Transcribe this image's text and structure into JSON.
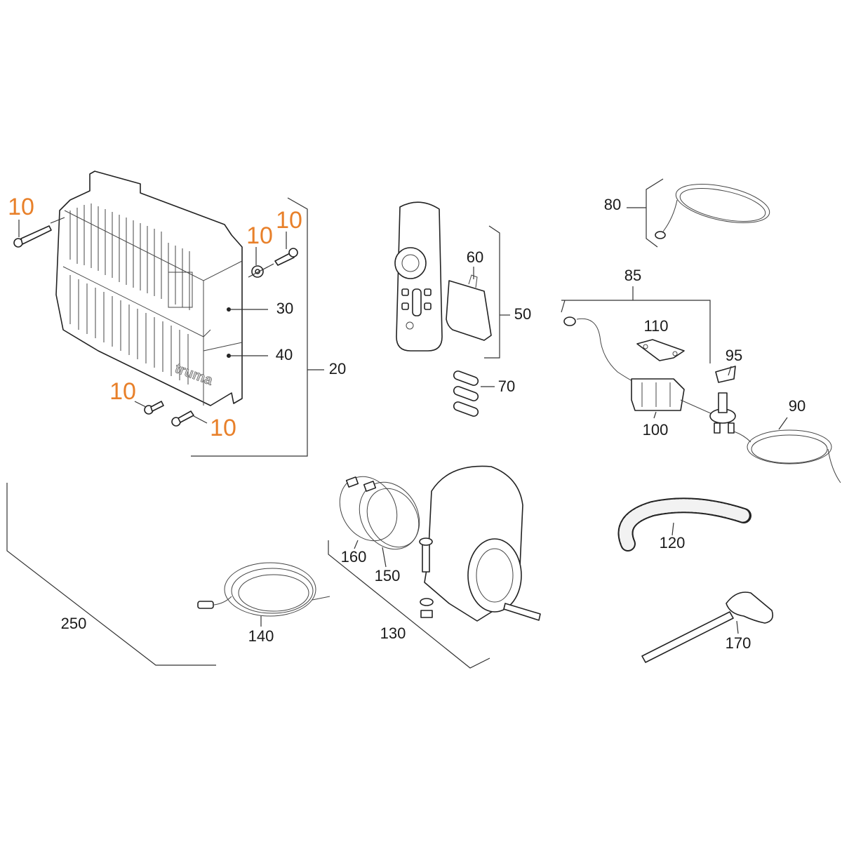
{
  "diagram": {
    "title": "Exploded parts view",
    "accent_color": "#e8802a",
    "labels": {
      "screw_a": "10",
      "washer": "10",
      "screw_b": "10",
      "screw_c": "10",
      "screw_d": "10",
      "p20": "20",
      "p30": "30",
      "p40": "40",
      "p50": "50",
      "p60": "60",
      "p70": "70",
      "p80": "80",
      "p85": "85",
      "p90": "90",
      "p95": "95",
      "p100": "100",
      "p110": "110",
      "p120": "120",
      "p130": "130",
      "p140": "140",
      "p150": "150",
      "p160": "160",
      "p170": "170",
      "p250": "250"
    },
    "logos": [
      "truma"
    ]
  }
}
